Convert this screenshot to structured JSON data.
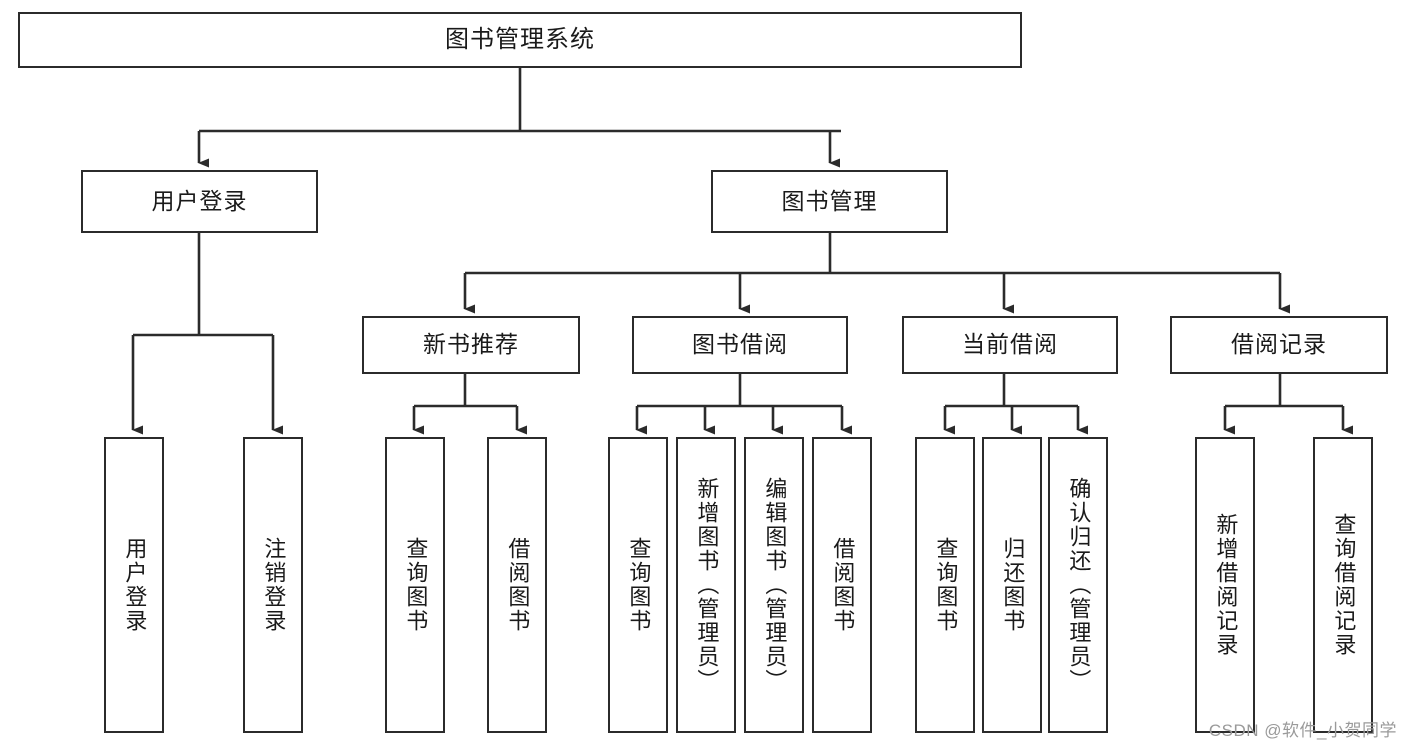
{
  "diagram": {
    "title": "图书管理系统",
    "type": "tree-hierarchy",
    "orientation": "top-down",
    "line_color": "#2b2b2b",
    "box_fill": "#ffffff"
  },
  "root": {
    "label": "图书管理系统"
  },
  "level2": [
    {
      "label": "用户登录"
    },
    {
      "label": "图书管理"
    }
  ],
  "level3": [
    {
      "label": "新书推荐"
    },
    {
      "label": "图书借阅"
    },
    {
      "label": "当前借阅"
    },
    {
      "label": "借阅记录"
    }
  ],
  "leaves": {
    "user_login": [
      {
        "label": "用户登录"
      },
      {
        "label": "注销登录"
      }
    ],
    "new_book": [
      {
        "label": "查询图书"
      },
      {
        "label": "借阅图书"
      }
    ],
    "book_borrow": [
      {
        "label": "查询图书"
      },
      {
        "label": "新增图书（管理员）"
      },
      {
        "label": "编辑图书（管理员）"
      },
      {
        "label": "借阅图书"
      }
    ],
    "current_borrow": [
      {
        "label": "查询图书"
      },
      {
        "label": "归还图书"
      },
      {
        "label": "确认归还（管理员）"
      }
    ],
    "borrow_record": [
      {
        "label": "新增借阅记录"
      },
      {
        "label": "查询借阅记录"
      }
    ]
  },
  "watermark": {
    "text": "CSDN @软件_小贺同学",
    "color": "#9a9a9a"
  }
}
